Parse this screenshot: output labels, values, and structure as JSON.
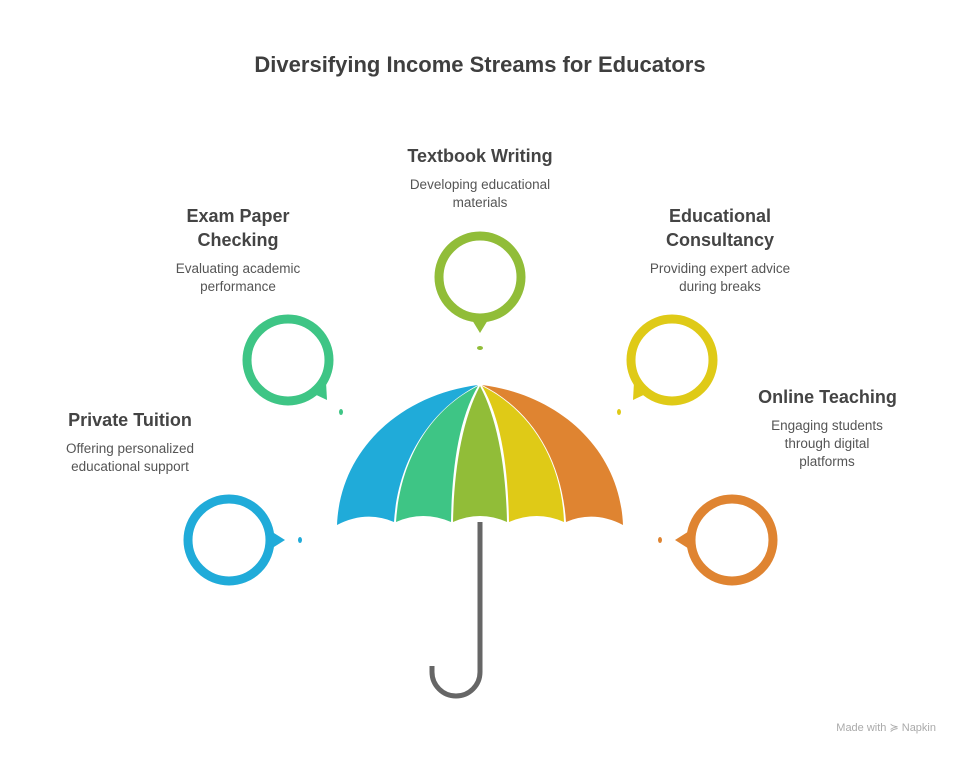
{
  "title": "Diversifying Income Streams for Educators",
  "items": [
    {
      "title": "Private Tuition",
      "desc": "Offering personalized educational support",
      "color": "#20abd9"
    },
    {
      "title": "Exam Paper Checking",
      "desc": "Evaluating academic performance",
      "color": "#3ec585"
    },
    {
      "title": "Textbook Writing",
      "desc": "Developing educational materials",
      "color": "#91bd38"
    },
    {
      "title": "Educational Consultancy",
      "desc": "Providing expert advice during breaks",
      "color": "#dfca17"
    },
    {
      "title": "Online Teaching",
      "desc": "Engaging students through digital platforms",
      "color": "#df8431"
    }
  ],
  "handle_color": "#666666",
  "footer": "Made with ≽ Napkin"
}
